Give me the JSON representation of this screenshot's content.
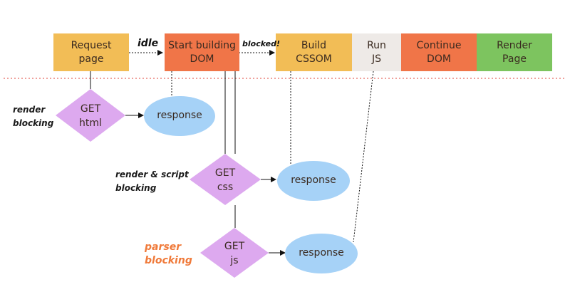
{
  "colors": {
    "request": "#f2bd56",
    "dom": "#f07548",
    "cssom": "#f2bd56",
    "runjs": "#eeeae7",
    "continue": "#f07548",
    "render": "#7dc45f",
    "diamond": "#dda9ef",
    "ellipse": "#a6d2f7",
    "divider": "#e0433a"
  },
  "pipeline": {
    "request": [
      "Request",
      "page"
    ],
    "dom": [
      "Start building",
      "DOM"
    ],
    "cssom": [
      "Build",
      "CSSOM"
    ],
    "runjs": [
      "Run",
      "JS"
    ],
    "continue": [
      "Continue",
      "DOM"
    ],
    "render": [
      "Render",
      "Page"
    ]
  },
  "arrow_labels": {
    "idle": "idle",
    "blocked": "blocked!"
  },
  "requests": {
    "html": {
      "verb": "GET",
      "resource": "html",
      "response": "response",
      "note": [
        "render",
        "blocking"
      ]
    },
    "css": {
      "verb": "GET",
      "resource": "css",
      "response": "response",
      "note": [
        "render & script",
        "blocking"
      ]
    },
    "js": {
      "verb": "GET",
      "resource": "js",
      "response": "response",
      "note": [
        "parser",
        "blocking"
      ]
    }
  }
}
